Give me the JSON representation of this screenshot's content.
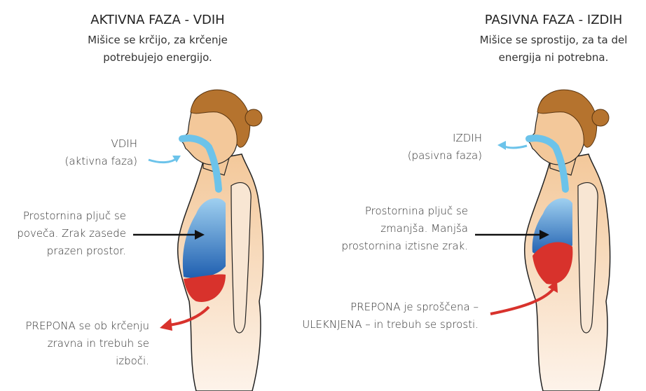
{
  "active": {
    "title": "AKTIVNA FAZA - VDIH",
    "subtitle": [
      "Mišice se krčijo, za krčenje",
      "potrebujejo energijo."
    ],
    "breath_label": [
      "VDIH",
      "(aktivna faza)"
    ],
    "lungs_text": [
      "Prostornina pljuč se",
      "poveča. Zrak zasede",
      "prazen prostor."
    ],
    "diaphragm_text": [
      "PREPONA se ob krčenju",
      "zravna in trebuh se",
      "izboči."
    ]
  },
  "passive": {
    "title": "PASIVNA FAZA - IZDIH",
    "subtitle": [
      "Mišice se sprostijo, za ta del",
      "energija ni potrebna."
    ],
    "breath_label": [
      "IZDIH",
      "(pasivna faza)"
    ],
    "lungs_text": [
      "Prostornina pljuč se",
      "zmanjša. Manjša",
      "prostornina iztisne zrak."
    ],
    "diaphragm_text": [
      "PREPONA je sproščena –",
      "ULEKNJENA – in trebuh se sprosti."
    ]
  },
  "colors": {
    "air": "#6cc3ea",
    "lungs": "#2f6fbf",
    "diaphragm": "#d8322c",
    "skin": "#f6d6b2",
    "hair": "#b5732e"
  }
}
